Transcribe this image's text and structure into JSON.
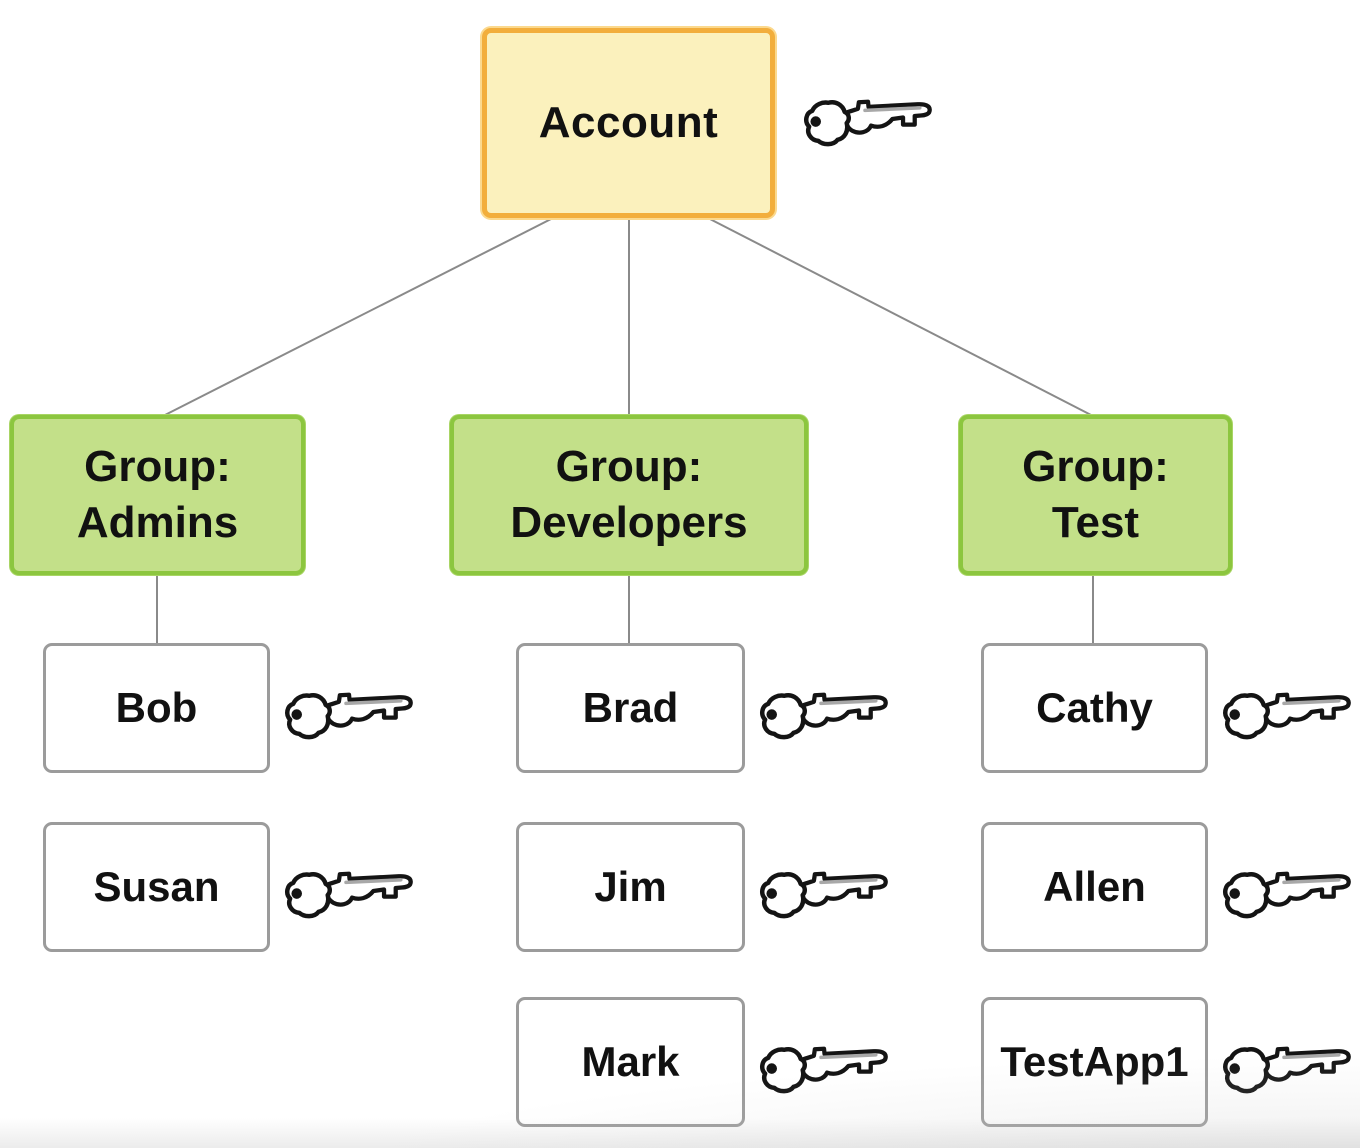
{
  "diagram": {
    "account": {
      "label": "Account",
      "has_key_icon": true
    },
    "groups": [
      {
        "kind_label": "Group:",
        "name": "Admins"
      },
      {
        "kind_label": "Group:",
        "name": "Developers"
      },
      {
        "kind_label": "Group:",
        "name": "Test"
      }
    ],
    "users": [
      {
        "name": "Bob",
        "column_group": "Admins",
        "has_key_icon": true
      },
      {
        "name": "Susan",
        "column_group": "Admins",
        "has_key_icon": true
      },
      {
        "name": "Brad",
        "column_group": "Developers",
        "has_key_icon": true
      },
      {
        "name": "Jim",
        "column_group": "Developers",
        "has_key_icon": true
      },
      {
        "name": "Mark",
        "column_group": "Developers",
        "has_key_icon": true
      },
      {
        "name": "Cathy",
        "column_group": "Test",
        "has_key_icon": true
      },
      {
        "name": "Allen",
        "column_group": "Test",
        "has_key_icon": true
      },
      {
        "name": "TestApp1",
        "column_group": "Test",
        "has_key_icon": true
      }
    ],
    "edges": [
      {
        "from": "Account",
        "to": "Group: Admins"
      },
      {
        "from": "Account",
        "to": "Group: Developers"
      },
      {
        "from": "Account",
        "to": "Group: Test"
      },
      {
        "from": "Group: Admins",
        "to": "Bob"
      },
      {
        "from": "Group: Developers",
        "to": "Brad"
      },
      {
        "from": "Group: Test",
        "to": "Cathy"
      }
    ],
    "icons": {
      "key": "key-icon"
    },
    "colors": {
      "account_fill": "#FBF1BD",
      "account_border": "#F2AE3C",
      "group_fill": "#C3E089",
      "group_border": "#8CC63F",
      "user_fill": "#FFFFFF",
      "user_border": "#9B9B9B",
      "connector": "#8A8A8A",
      "text": "#111111",
      "background": "#FFFFFF"
    }
  }
}
